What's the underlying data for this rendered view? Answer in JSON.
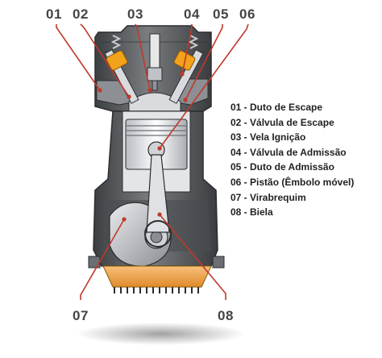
{
  "callouts": {
    "n01": "01",
    "n02": "02",
    "n03": "03",
    "n04": "04",
    "n05": "05",
    "n06": "06",
    "n07": "07",
    "n08": "08"
  },
  "legend": [
    "01 - Duto de Escape",
    "02 - Válvula de Escape",
    "03 - Vela Ignição",
    "04 - Válvula de Admissão",
    "05 - Duto de Admissão",
    "06 - Pistão (Êmbolo móvel)",
    "07 - Virabrequim",
    "08 - Biela"
  ],
  "colors": {
    "callout_line": "#c0392b",
    "engine_body": "#5a5d60",
    "valve_tip": "#f3a21b",
    "oil_pan": "#f2a24a",
    "number_text": "#444444"
  }
}
